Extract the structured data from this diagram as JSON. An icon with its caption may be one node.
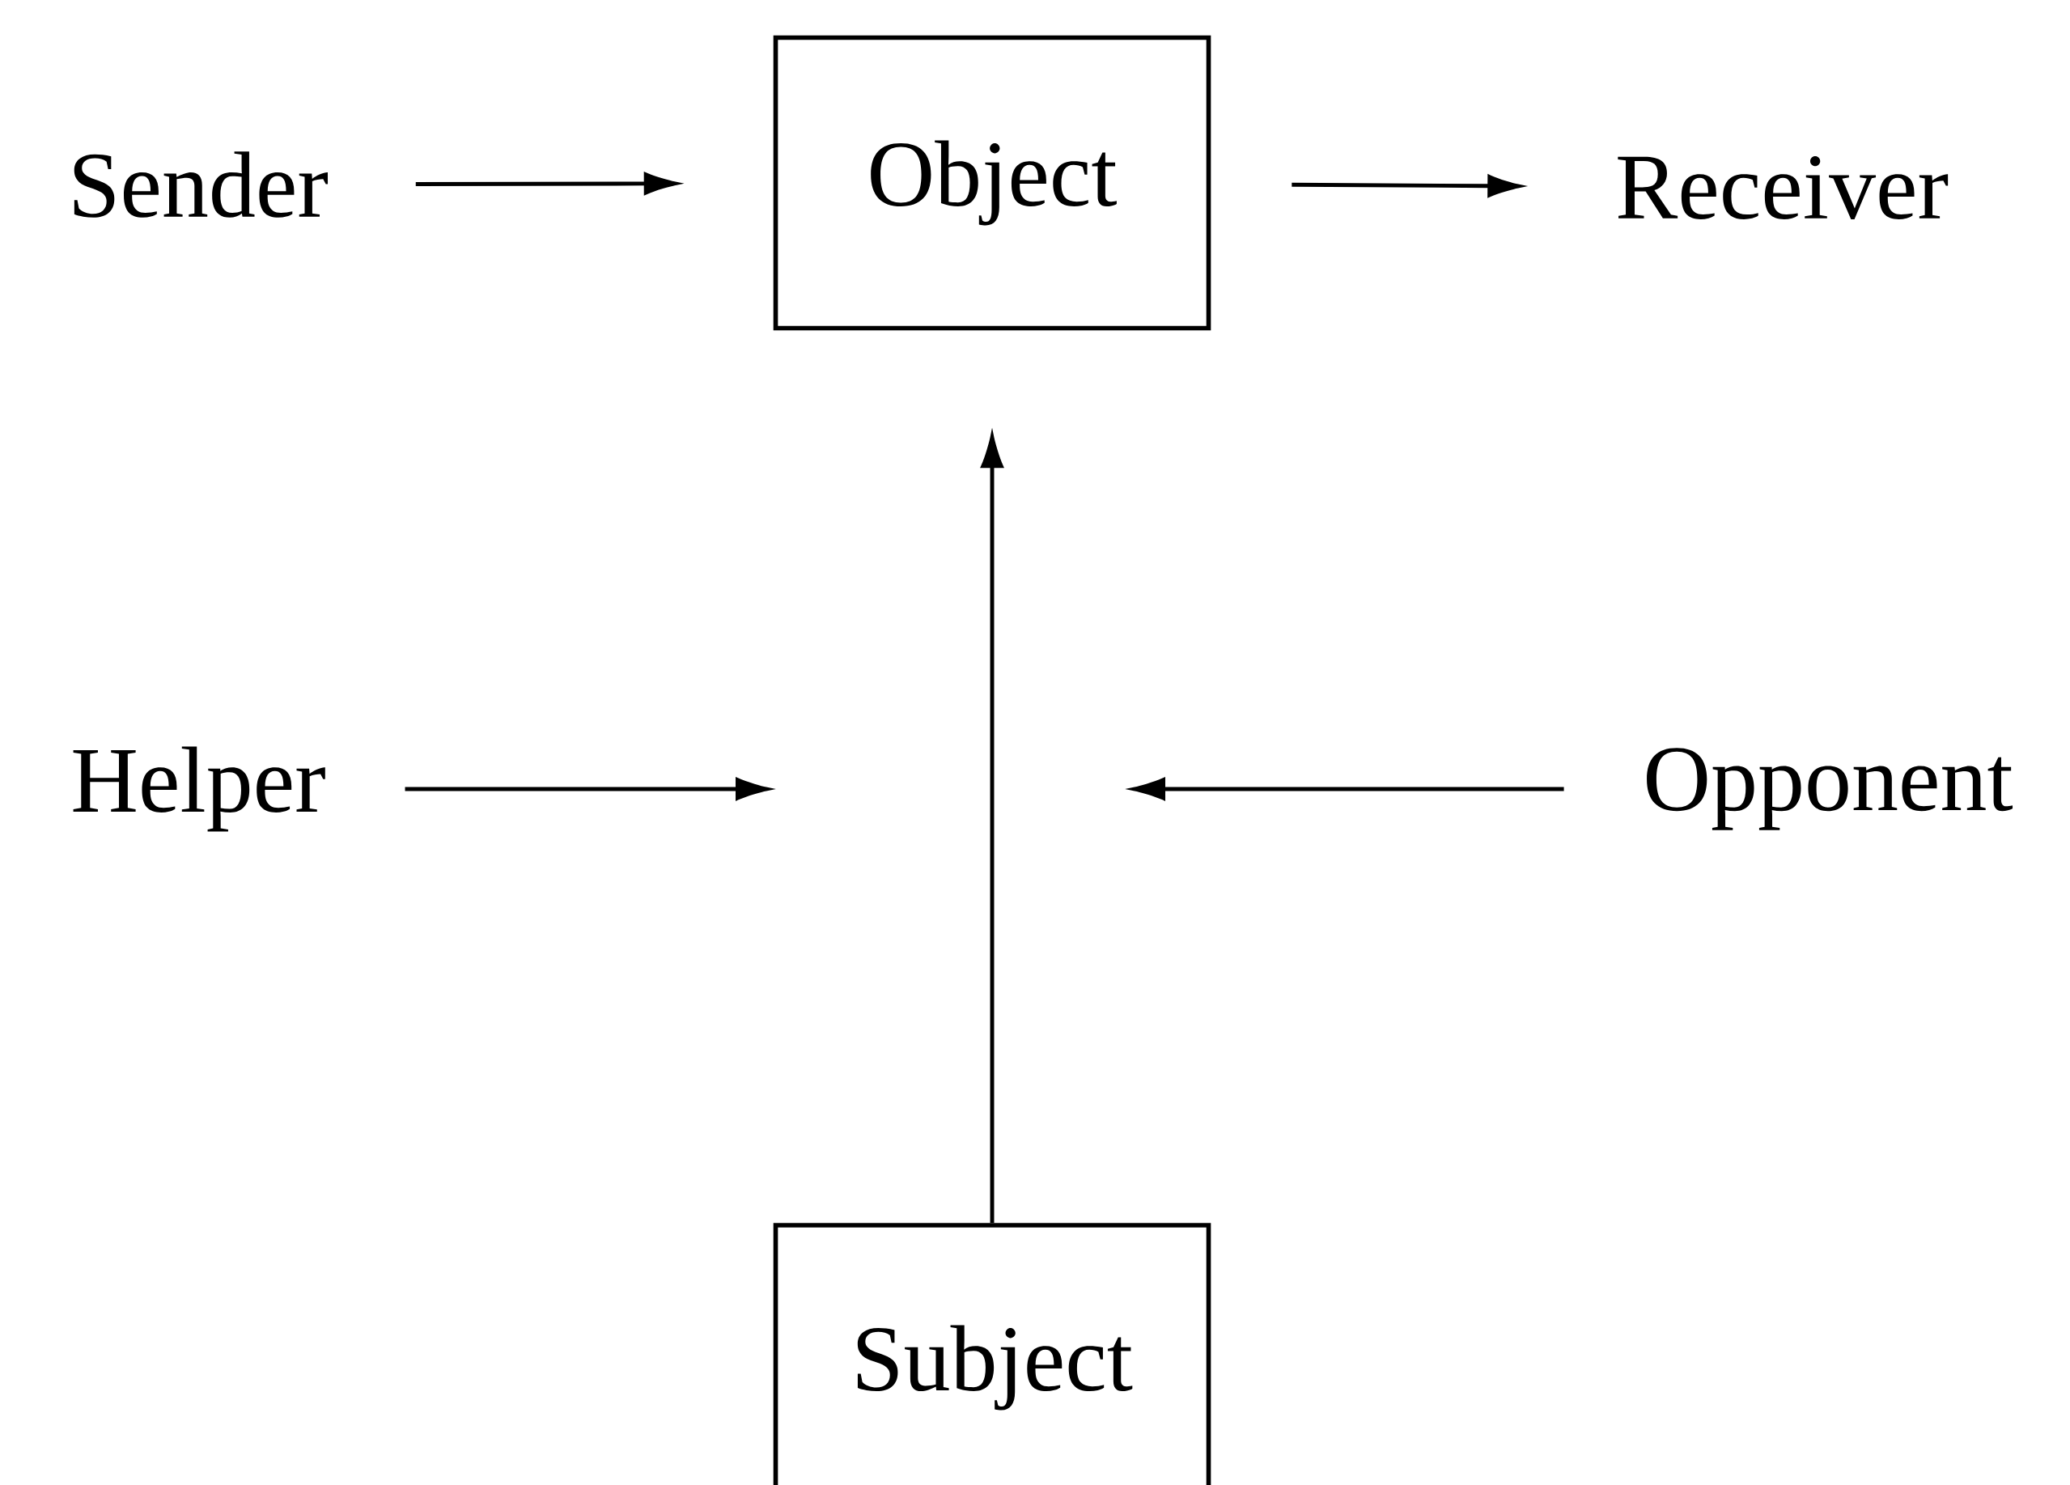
{
  "diagram": {
    "nodes": [
      {
        "text": [
          "Sender"
        ]
      },
      {
        "text": [
          "Object"
        ]
      },
      {
        "text": [
          "Receiver"
        ]
      },
      {
        "text": [
          "Helper"
        ]
      },
      {
        "text": [
          "Opponent"
        ]
      },
      {
        "text": [
          "Subject"
        ]
      }
    ],
    "edges": [
      {
        "from": 0,
        "to": 1,
        "arrow": "to"
      },
      {
        "from": 1,
        "to": 2,
        "arrow": "to"
      },
      {
        "from": 5,
        "to": 1,
        "arrow": "to"
      },
      {
        "from": 3,
        "to": null,
        "arrow": "to"
      },
      {
        "from": 4,
        "to": null,
        "arrow": "to"
      }
    ]
  }
}
